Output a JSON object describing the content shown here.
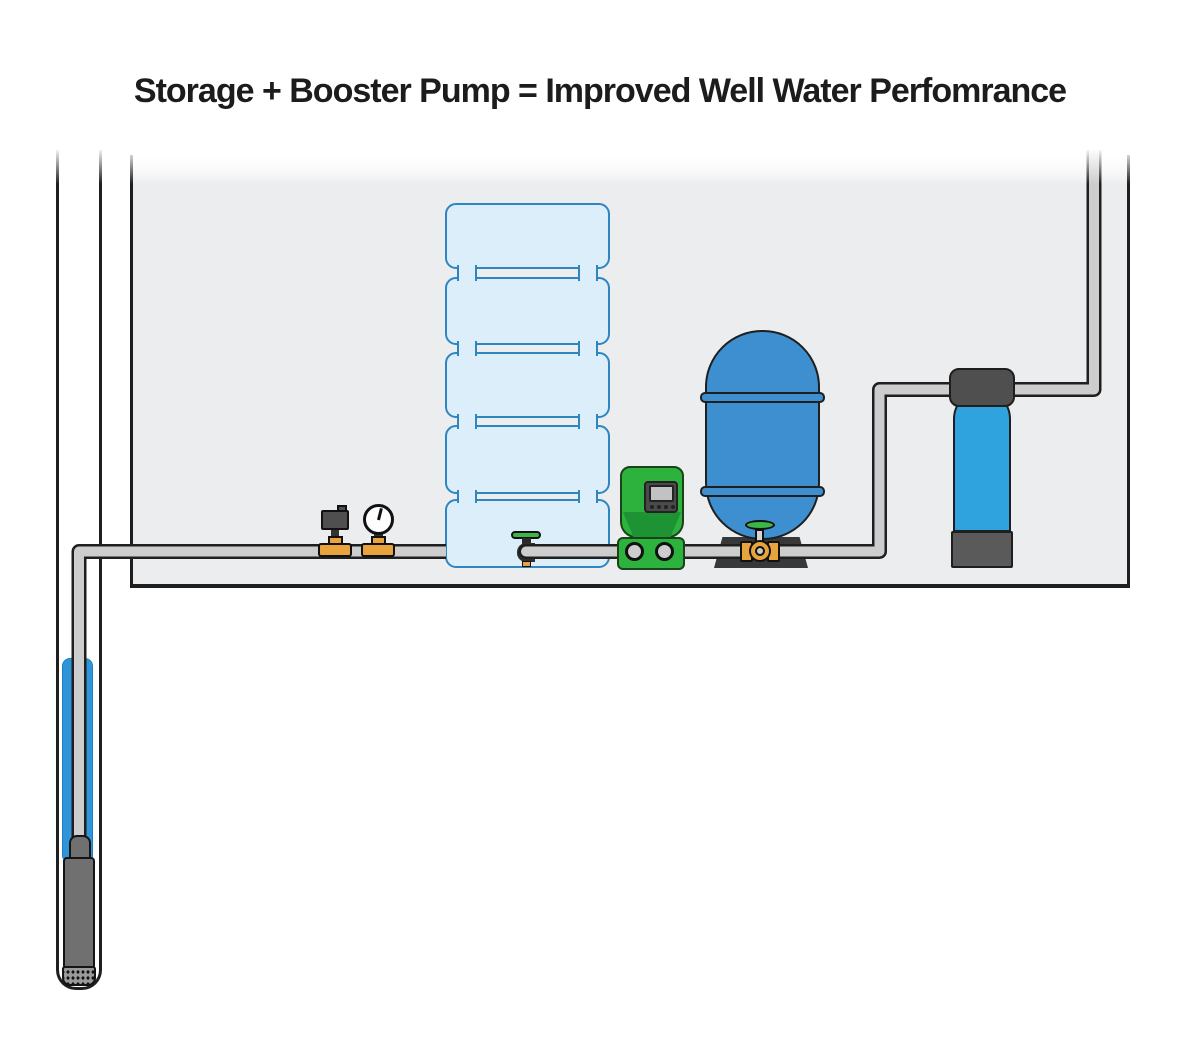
{
  "title": "Storage + Booster Pump = Improved Well Water Perfomrance",
  "diagram": {
    "type": "well-water-system-schematic",
    "storage_tank_modules": 5,
    "components": [
      "well-casing",
      "well-water",
      "drop-pipe",
      "submersible-pump",
      "well-supply-pipe",
      "pressure-switch",
      "pressure-gauge",
      "storage-tank-stack",
      "storage-tank-outlet-valve",
      "booster-pump",
      "booster-pump-display",
      "pressure-tank",
      "pressure-tank-ball-valve",
      "filter-tank",
      "filter-head",
      "service-pipe"
    ],
    "colors": {
      "outline": "#1f1f1f",
      "building_fill": "#ECEDEE",
      "pipe_fill": "#cdcdcd",
      "water_blue": "#3095D8",
      "storage_fill": "#DCEEF9",
      "storage_stroke": "#2E86C1",
      "pump_green": "#2DB23E",
      "pump_green_dark": "#1E9333",
      "brass": "#E8A33C",
      "dark_gray": "#4f4f4f",
      "pressure_tank_blue": "#3E8FD0",
      "filter_blue": "#2FA3DE",
      "base_dark": "#383838",
      "pump_gray": "#707070",
      "screen_gray": "#c2c2c2",
      "valve_green": "#3CB54A"
    }
  }
}
